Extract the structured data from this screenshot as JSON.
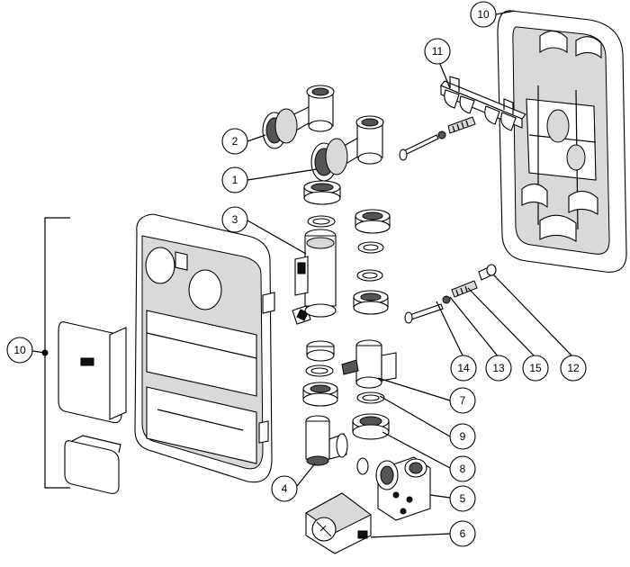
{
  "callouts": [
    {
      "id": "c10a",
      "label": "10"
    },
    {
      "id": "c11",
      "label": "11"
    },
    {
      "id": "c2",
      "label": "2"
    },
    {
      "id": "c1",
      "label": "1"
    },
    {
      "id": "c3",
      "label": "3"
    },
    {
      "id": "c10b",
      "label": "10"
    },
    {
      "id": "c14",
      "label": "14"
    },
    {
      "id": "c13",
      "label": "13"
    },
    {
      "id": "c15",
      "label": "15"
    },
    {
      "id": "c12",
      "label": "12"
    },
    {
      "id": "c7",
      "label": "7"
    },
    {
      "id": "c9",
      "label": "9"
    },
    {
      "id": "c8",
      "label": "8"
    },
    {
      "id": "c4",
      "label": "4"
    },
    {
      "id": "c5",
      "label": "5"
    },
    {
      "id": "c6",
      "label": "6"
    }
  ]
}
